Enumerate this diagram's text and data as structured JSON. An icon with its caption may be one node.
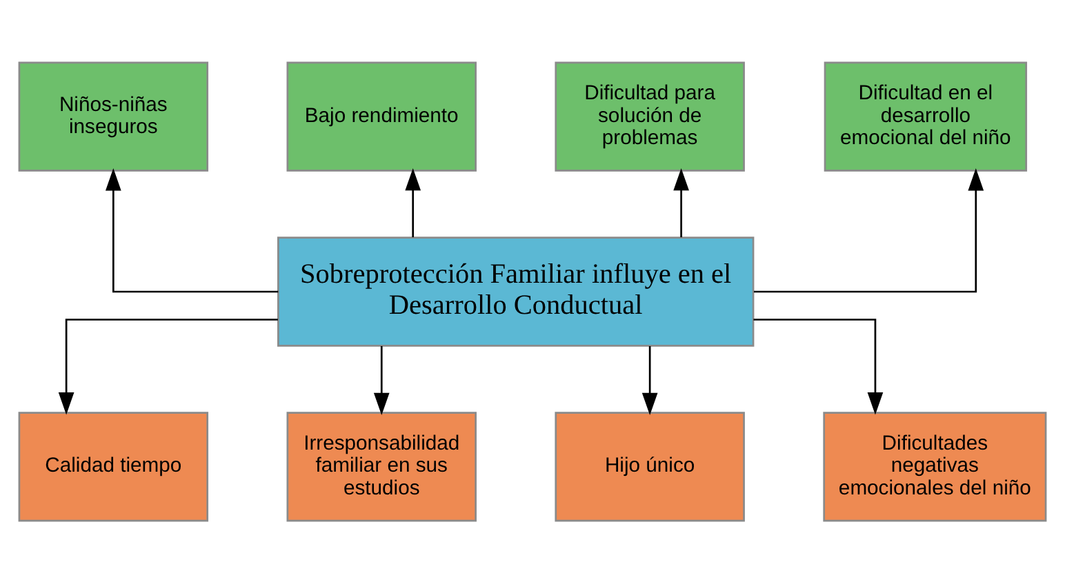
{
  "diagram": {
    "nodes": [
      {
        "text": [
          "Niños-niñas inseguros"
        ]
      },
      {
        "text": [
          "Bajo rendimiento"
        ]
      },
      {
        "text": [
          "Dificultad para solución de problemas"
        ]
      },
      {
        "text": [
          "Dificultad en el desarrollo emocional del niño"
        ]
      },
      {
        "text": [
          "Sobreprotección Familiar influye en el Desarrollo Conductual"
        ]
      },
      {
        "text": [
          "Calidad tiempo"
        ]
      },
      {
        "text": [
          "Irresponsabilidad familiar en sus estudios"
        ]
      },
      {
        "text": [
          "Hijo único"
        ]
      },
      {
        "text": [
          "Dificultades negativas emocionales del niño"
        ]
      }
    ],
    "edges": [
      {
        "from": 4,
        "to": 0,
        "arrow": "to"
      },
      {
        "from": 4,
        "to": 1,
        "arrow": "to"
      },
      {
        "from": 4,
        "to": 2,
        "arrow": "to"
      },
      {
        "from": 4,
        "to": 3,
        "arrow": "to"
      },
      {
        "from": 4,
        "to": 5,
        "arrow": "to"
      },
      {
        "from": 4,
        "to": 6,
        "arrow": "to"
      },
      {
        "from": 4,
        "to": 7,
        "arrow": "to"
      },
      {
        "from": 4,
        "to": 8,
        "arrow": "to"
      }
    ]
  }
}
